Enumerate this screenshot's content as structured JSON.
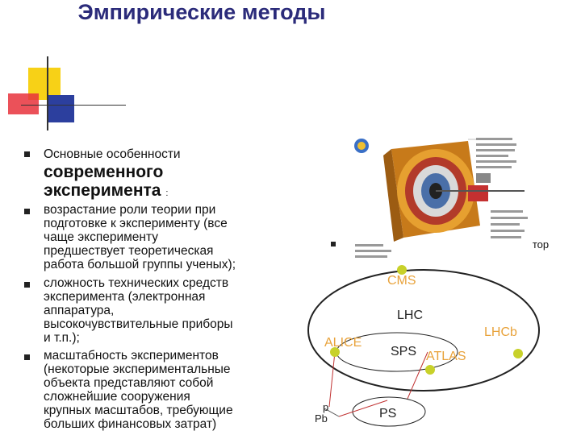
{
  "slide": {
    "title": "Эмпирические методы",
    "intro_line1": "Основные особенности",
    "intro_line2": "современного",
    "intro_line3": "эксперимента",
    "intro_colon": ":",
    "bullets": [
      [
        "возрастание роли теории при",
        "подготовке к эксперименту (все",
        "чаще эксперименту",
        "предшествует теоретическая",
        "работа большой группы ученых);"
      ],
      [
        "сложность технических средств",
        "эксперимента (электронная",
        "аппаратура,",
        "высокочувствительные приборы",
        "и т.п.);"
      ],
      [
        "масштабность экспериментов",
        "(некоторые экспериментальные",
        "объекта представляют собой",
        "сложнейшие сооружения",
        "крупных масштабов, требующие",
        "больших финансовых затрат)"
      ]
    ],
    "detector_caption_tail": "ктор"
  },
  "diagram": {
    "labels": {
      "cms": "CMS",
      "lhc": "LHC",
      "alice": "ALICE",
      "lhcb": "LHCb",
      "sps": "SPS",
      "atlas": "ATLAS",
      "p": "p",
      "pb": "Pb",
      "ps": "PS"
    }
  },
  "colors": {
    "title": "#2b2b7a",
    "accent_yellow": "#f7d117",
    "accent_red": "#e8323c",
    "accent_blue": "#2c3f9e",
    "ring_marker": "#c8d12a",
    "label_orange": "#e8a23a"
  }
}
